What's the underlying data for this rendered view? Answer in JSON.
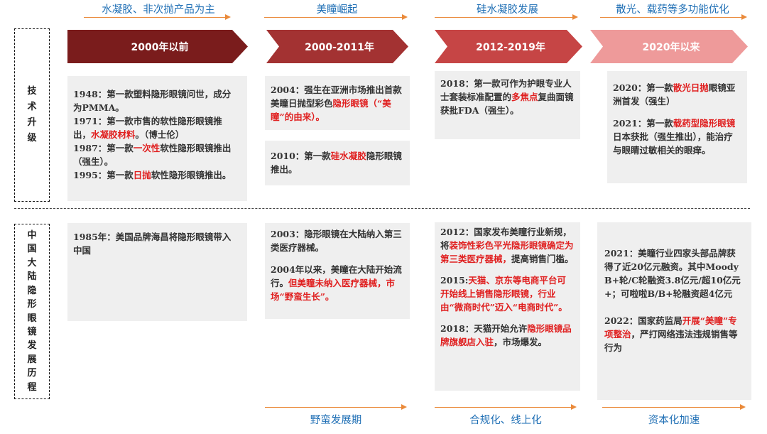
{
  "top_themes": [
    "水凝胶、非次抛产品为主",
    "美瞳崛起",
    "硅水凝胶发展",
    "散光、载药等多功能优化"
  ],
  "bottom_themes": [
    "野蛮发展期",
    "合规化、线上化",
    "资本化加速"
  ],
  "periods": [
    "2000年以前",
    "2000-2011年",
    "2012-2019年",
    "2020年以来"
  ],
  "period_colors": [
    "#7a1c1c",
    "#a33232",
    "#c64545",
    "#ee9a9a"
  ],
  "row_labels": {
    "tech": [
      "技",
      "术",
      "升",
      "级"
    ],
    "china": [
      "中",
      "国",
      "大",
      "陆",
      "隐",
      "形",
      "眼",
      "镜",
      "发",
      "展",
      "历",
      "程"
    ]
  },
  "tech": {
    "c1": {
      "p1": "1948：第一款塑料隐形眼镜问世，成分为PMMA。",
      "p2a": "1971：第一款市售的软性隐形眼镜推出，",
      "p2b": "水凝胶材料",
      "p2c": "。（博士伦）",
      "p3a": "1987：第一款",
      "p3b": "一次性",
      "p3c": "软性隐形眼镜推出（强生）。",
      "p4a": "1995：第一款",
      "p4b": "日抛",
      "p4c": "软性隐形眼镜推出。"
    },
    "c2": {
      "p1a": "2004：强生在亚洲市场推出首款美瞳日抛型彩色",
      "p1b": "隐形眼镜（“美瞳”的由来）。",
      "p2a": "2010：第一款",
      "p2b": "硅水凝胶",
      "p2c": "隐形眼镜推出。"
    },
    "c3": {
      "p1a": "2018：第一款可作为护眼专业人士套装标准配置的",
      "p1b": "多焦点",
      "p1c": "复曲面镜获批FDA（强生）。"
    },
    "c4": {
      "p1a": "2020：第一款",
      "p1b": "散光日抛",
      "p1c": "眼镜亚洲首发（强生）",
      "p2a": "2021：第一款",
      "p2b": "载药型隐形眼镜",
      "p2c": "日本获批（强生推出），能治疗与眼睛过敏相关的眼痒。"
    }
  },
  "china": {
    "c1": {
      "p1": "1985年：美国品牌海昌将隐形眼镜带入中国"
    },
    "c2": {
      "p1": "2003：隐形眼镜在大陆纳入第三类医疗器械。",
      "p2a": "2004年以来，美瞳在大陆开始流行。",
      "p2b": "但美瞳未纳入医疗器械，市场“野蛮生长”。"
    },
    "c3": {
      "p1a": "2012：国家发布美瞳行业新规，将",
      "p1b": "装饰性彩色平光隐形眼镜确定为第三类医疗器械，",
      "p1c": "提高销售门槛。",
      "p2a": "2015:",
      "p2b": "天猫、京东等电商平台可开始线上销售隐形眼镜，行业由“微商时代”迈入“电商时代”。",
      "p3a": "2018：天猫开始允许",
      "p3b": "隐形眼镜品牌旗舰店入驻",
      "p3c": "，市场爆发。"
    },
    "c4": {
      "p1": "2021：美瞳行业四家头部品牌获得了近20亿元融资。其中Moody B+轮/C轮融资3.8亿元/超10亿元+；可啦啦B/B+轮融资超4亿元",
      "p2a": "2022：国家药监局",
      "p2b": "开展“美瞳”专项整治",
      "p2c": "，严打网络违法违规销售等行为"
    }
  }
}
